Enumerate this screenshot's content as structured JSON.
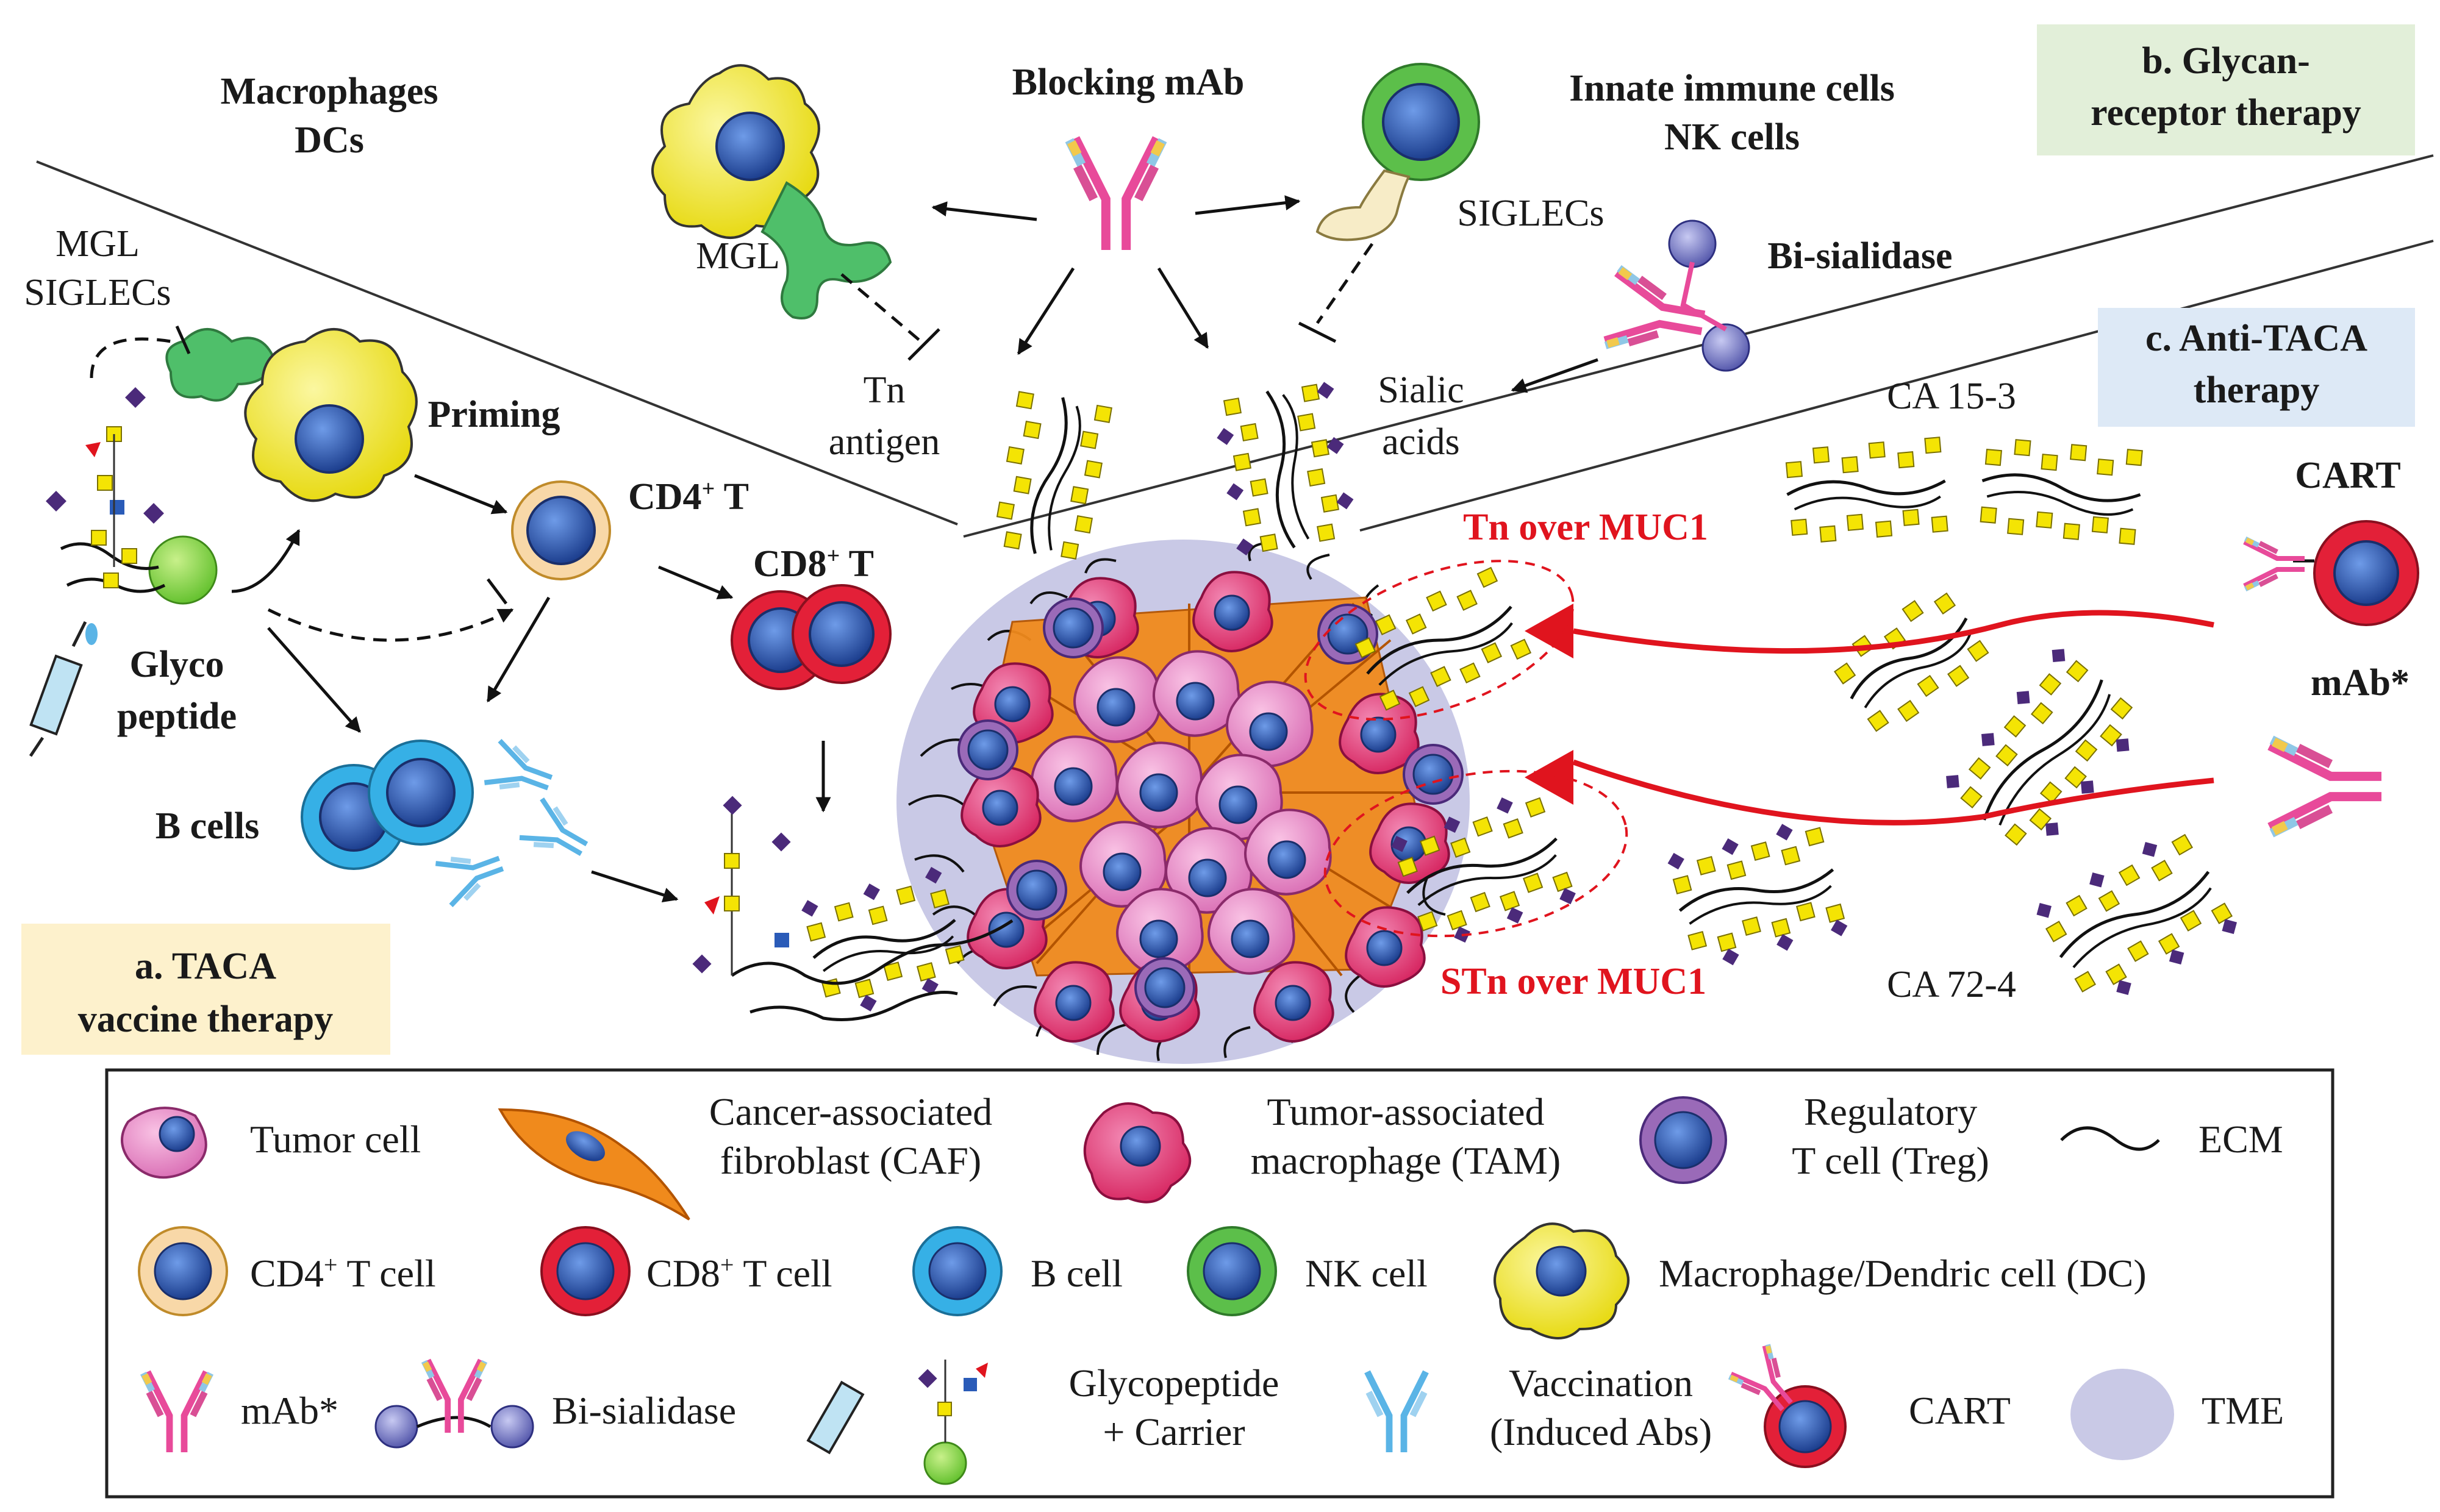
{
  "panels": {
    "a_line1": "a. TACA",
    "a_line2": "vaccine therapy",
    "b_line1": "b. Glycan-",
    "b_line2": "receptor therapy",
    "c_line1": "c. Anti-TACA",
    "c_line2": "therapy"
  },
  "labels": {
    "macrophages": "Macrophages",
    "dcs": "DCs",
    "blocking_mab": "Blocking mAb",
    "innate": "Innate immune cells",
    "nk": "NK cells",
    "mgl_top": "MGL",
    "siglecs_top": "SIGLECs",
    "bi_sialidase": "Bi-sialidase",
    "tn": "Tn",
    "antigen": "antigen",
    "sialic": "Sialic",
    "acids": "acids",
    "mgl_left": "MGL",
    "siglecs_left": "SIGLECs",
    "priming": "Priming",
    "cd4": "CD4",
    "cd4_sup": "+",
    "cd4_t": " T",
    "cd8": "CD8",
    "cd8_sup": "+",
    "cd8_t": " T",
    "glyco": "Glyco",
    "peptide": "peptide",
    "bcells": "B cells",
    "ca153": "CA 15-3",
    "ca724": "CA 72-4",
    "cart": "CART",
    "mab_star": "mAb*",
    "tn_muc1": "Tn over MUC1",
    "stn_muc1": "STn over MUC1"
  },
  "legend": {
    "tumor": "Tumor cell",
    "caf1": "Cancer-associated",
    "caf2": "fibroblast (CAF)",
    "tam1": "Tumor-associated",
    "tam2": "macrophage (TAM)",
    "treg1": "Regulatory",
    "treg2": "T cell (Treg)",
    "ecm": "ECM",
    "cd4_pre": "CD4",
    "cd4_sup": "+",
    "cd4_post": " T cell",
    "cd8_pre": "CD8",
    "cd8_sup": "+",
    "cd8_post": " T cell",
    "bcell": "B cell",
    "nkcell": "NK cell",
    "macdc": "Macrophage/Dendric cell (DC)",
    "mab": "mAb*",
    "bisial": "Bi-sialidase",
    "glyco1": "Glycopeptide",
    "glyco2": "+ Carrier",
    "vacc1": "Vaccination",
    "vacc2": "(Induced Abs)",
    "cart": "CART",
    "tme": "TME"
  },
  "colors": {
    "panel_a": "#fdf1cc",
    "panel_b": "#e2efd9",
    "panel_c": "#dde9f6",
    "red_accent": "#e0141e",
    "tme": "#c9c9e6",
    "glycan_yellow": "#f4e404",
    "glycan_purple": "#4b2a7a",
    "nucleus_blue": "#2a5bb8"
  }
}
